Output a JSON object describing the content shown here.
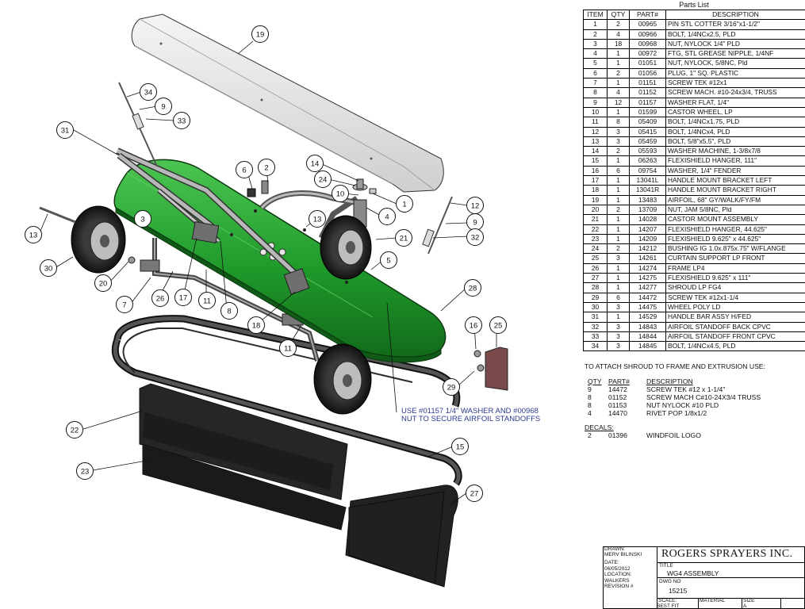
{
  "drawing": {
    "callouts": [
      "19",
      "34",
      "9",
      "33",
      "31",
      "6",
      "2",
      "14",
      "24",
      "10",
      "4",
      "1",
      "12",
      "9",
      "32",
      "13",
      "13",
      "30",
      "20",
      "7",
      "26",
      "17",
      "11",
      "8",
      "21",
      "5",
      "28",
      "18",
      "11",
      "16",
      "25",
      "29",
      "22",
      "15",
      "23",
      "27",
      "3"
    ],
    "note_lines": [
      "USE #01157 1/4\" WASHER AND #00968",
      "NUT TO SECURE AIRFOIL STANDOFFS"
    ],
    "colors": {
      "frame": "#1f9a2b",
      "frame_light": "#3fbf48",
      "frame_dark": "#126b1a",
      "outline": "#111111",
      "airfoil": "#e8e8e8",
      "shield": "#2a2a2a",
      "note": "#2b3a8f",
      "plate": "#7a4a4a"
    }
  },
  "parts_list": {
    "title": "Parts List",
    "headers": [
      "ITEM",
      "QTY",
      "PART#",
      "DESCRIPTION"
    ],
    "rows": [
      [
        "1",
        "2",
        "00965",
        "PIN STL COTTER 3/16\"x1-1/2\""
      ],
      [
        "2",
        "4",
        "00966",
        "BOLT, 1/4NCx2.5, PLD"
      ],
      [
        "3",
        "18",
        "00968",
        "NUT, NYLOCK 1/4\" PLD"
      ],
      [
        "4",
        "1",
        "00972",
        "FTG, STL GREASE NIPPLE, 1/4NF"
      ],
      [
        "5",
        "1",
        "01051",
        "NUT, NYLOCK, 5/8NC, Pld"
      ],
      [
        "6",
        "2",
        "01056",
        "PLUG, 1\" SQ. PLASTIC"
      ],
      [
        "7",
        "1",
        "01151",
        "SCREW TEK #12x1"
      ],
      [
        "8",
        "4",
        "01152",
        "SCREW MACH. #10-24x3/4, TRUSS"
      ],
      [
        "9",
        "12",
        "01157",
        "WASHER FLAT, 1/4\""
      ],
      [
        "10",
        "1",
        "01599",
        "CASTOR WHEEL, LP"
      ],
      [
        "11",
        "8",
        "05409",
        "BOLT, 1/4NCx1.75, PLD"
      ],
      [
        "12",
        "3",
        "05415",
        "BOLT, 1/4NCx4, PLD"
      ],
      [
        "13",
        "3",
        "05459",
        "BOLT, 5/8\"x5.5\", PLD"
      ],
      [
        "14",
        "2",
        "05593",
        "WASHER MACHINE, 1-3/8x7/8"
      ],
      [
        "15",
        "1",
        "06263",
        "FLEXISHIELD HANGER, 111\""
      ],
      [
        "16",
        "6",
        "09754",
        "WASHER, 1/4\" FENDER"
      ],
      [
        "17",
        "1",
        "13041L",
        "HANDLE MOUNT BRACKET LEFT"
      ],
      [
        "18",
        "1",
        "13041R",
        "HANDLE MOUNT BRACKET RIGHT"
      ],
      [
        "19",
        "1",
        "13483",
        "AIRFOIL, 68\" GY/WALK/FY/FM"
      ],
      [
        "20",
        "2",
        "13709",
        "NUT, JAM 5/8NC, Pld"
      ],
      [
        "21",
        "1",
        "14028",
        "CASTOR MOUNT ASSEMBLY"
      ],
      [
        "22",
        "1",
        "14207",
        "FLEXISHIELD HANGER, 44.625\""
      ],
      [
        "23",
        "1",
        "14209",
        "FLEXISHIELD 9.625\" x 44.625\""
      ],
      [
        "24",
        "2",
        "14212",
        "BUSHING IG 1.0x.875x.75\" W/FLANGE"
      ],
      [
        "25",
        "3",
        "14261",
        "CURTAIN SUPPORT LP FRONT"
      ],
      [
        "26",
        "1",
        "14274",
        "FRAME LP4"
      ],
      [
        "27",
        "1",
        "14275",
        "FLEXISHIELD 9.625\" x 111\""
      ],
      [
        "28",
        "1",
        "14277",
        "SHROUD LP FG4"
      ],
      [
        "29",
        "6",
        "14472",
        "SCREW TEK #12x1-1/4"
      ],
      [
        "30",
        "3",
        "14475",
        "WHEEL POLY LD"
      ],
      [
        "31",
        "1",
        "14529",
        "HANDLE BAR ASSY H/FED"
      ],
      [
        "32",
        "3",
        "14843",
        "AIRFOIL STANDOFF BACK CPVC"
      ],
      [
        "33",
        "3",
        "14844",
        "AIRFOIL STANDOFF FRONT CPVC"
      ],
      [
        "34",
        "3",
        "14845",
        "BOLT, 1/4NCx4.5, PLD"
      ]
    ]
  },
  "attach": {
    "heading": "TO ATTACH SHROUD TO FRAME AND EXTRUSION USE:",
    "col_qty": "QTY",
    "col_part": "PART#",
    "col_desc": "DESCRIPTION",
    "rows": [
      [
        "9",
        "14472",
        "SCREW TEK #12 x 1-1/4\""
      ],
      [
        "8",
        "01152",
        "SCREW MACH C#10-24X3/4 TRUSS"
      ],
      [
        "8",
        "01153",
        "NUT NYLOCK #10 PLD"
      ],
      [
        "4",
        "14470",
        "RIVET POP 1/8x1/2"
      ]
    ],
    "decals_heading": "DECALS:",
    "decals": [
      [
        "2",
        "01396",
        "WINDFOIL LOGO"
      ]
    ]
  },
  "title_block": {
    "drawn_label": "DRAWN:",
    "drawn_value": "MERV BILINSKI",
    "date_label": "DATE:",
    "date_value": "06/05/2012",
    "location_label": "LOCATION:",
    "location_value": "WALKERS",
    "revision_label": "REVISION #",
    "company": "ROGERS SPRAYERS INC.",
    "title_label": "TITLE",
    "title_value": "WG4 ASSEMBLY",
    "dwg_label": "DWG NO",
    "dwg_value": "15215",
    "scale_label": "SCALE:",
    "scale_value": "BEST FIT",
    "material_label": "MATERIAL",
    "size_label": "SIZE",
    "size_value": "A"
  }
}
